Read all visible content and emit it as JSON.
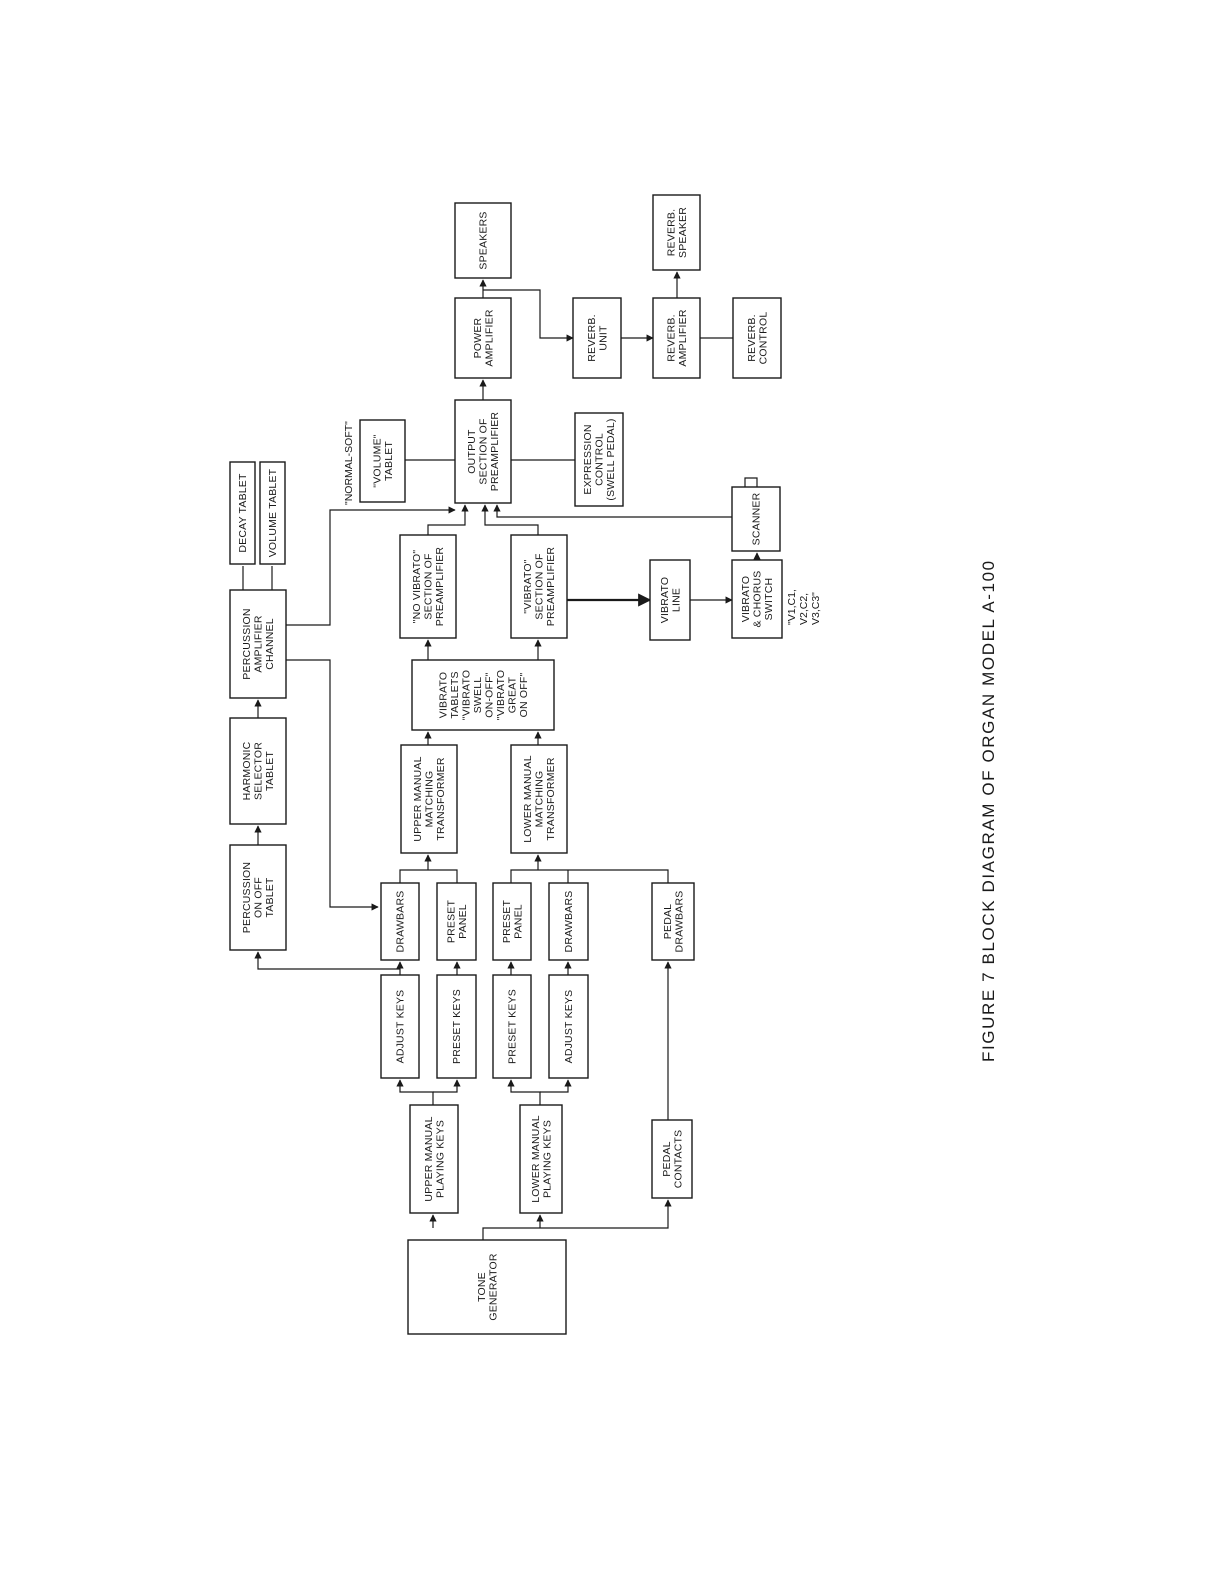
{
  "caption": "FIGURE 7 BLOCK DIAGRAM OF ORGAN MODEL A-100",
  "blocks": {
    "tone_generator": [
      "TONE",
      "GENERATOR"
    ],
    "upper_manual_playing_keys": [
      "UPPER MANUAL",
      "PLAYING KEYS"
    ],
    "lower_manual_playing_keys": [
      "LOWER MANUAL",
      "PLAYING KEYS"
    ],
    "pedal_contacts": [
      "PEDAL",
      "CONTACTS"
    ],
    "upper_adjust_keys": [
      "ADJUST KEYS"
    ],
    "upper_preset_keys": [
      "PRESET KEYS"
    ],
    "lower_preset_keys": [
      "PRESET KEYS"
    ],
    "lower_adjust_keys": [
      "ADJUST KEYS"
    ],
    "upper_drawbars": [
      "DRAWBARS"
    ],
    "upper_preset_panel": [
      "PRESET",
      "PANEL"
    ],
    "lower_preset_panel": [
      "PRESET",
      "PANEL"
    ],
    "lower_drawbars": [
      "DRAWBARS"
    ],
    "pedal_drawbars": [
      "PEDAL",
      "DRAWBARS"
    ],
    "percussion_on_off_tablet": [
      "PERCUSSION",
      "ON OFF",
      "TABLET"
    ],
    "harmonic_selector_tablet": [
      "HARMONIC",
      "SELECTOR",
      "TABLET"
    ],
    "percussion_amplifier_channel": [
      "PERCUSSION",
      "AMPLIFIER",
      "CHANNEL"
    ],
    "decay_tablet": [
      "DECAY TABLET"
    ],
    "volume_tablet": [
      "VOLUME TABLET"
    ],
    "upper_manual_matching_transformer": [
      "UPPER MANUAL",
      "MATCHING",
      "TRANSFORMER"
    ],
    "lower_manual_matching_transformer": [
      "LOWER MANUAL",
      "MATCHING",
      "TRANSFORMER"
    ],
    "vibrato_tablets": [
      "VIBRATO",
      "TABLETS",
      "\"VIBRATO",
      "SWELL",
      "ON-OFF\"",
      "\"VIBRATO",
      "GREAT",
      "ON OFF\""
    ],
    "no_vibrato_section": [
      "\"NO VIBRATO\"",
      "SECTION OF",
      "PREAMPLIFIER"
    ],
    "vibrato_section": [
      "\"VIBRATO\"",
      "SECTION OF",
      "PREAMPLIFIER"
    ],
    "vibrato_line": [
      "VIBRATO",
      "LINE"
    ],
    "vibrato_chorus_switch": [
      "VIBRATO",
      "& CHORUS",
      "SWITCH"
    ],
    "scanner": [
      "SCANNER"
    ],
    "normal_soft_volume_tablet": [
      "\"VOLUME\"",
      "TABLET"
    ],
    "output_section": [
      "OUTPUT",
      "SECTION OF",
      "PREAMPLIFIER"
    ],
    "expression_control": [
      "EXPRESSION",
      "CONTROL",
      "(SWELL PEDAL)"
    ],
    "power_amplifier": [
      "POWER",
      "AMPLIFIER"
    ],
    "speakers": [
      "SPEAKERS"
    ],
    "reverb_unit": [
      "REVERB.",
      "UNIT"
    ],
    "reverb_amplifier": [
      "REVERB.",
      "AMPLIFIER"
    ],
    "reverb_speaker": [
      "REVERB.",
      "SPEAKER"
    ],
    "reverb_control": [
      "REVERB.",
      "CONTROL"
    ]
  },
  "notes": {
    "normal_soft": "\"NORMAL-SOFT\"",
    "switch_positions": [
      "\"V1,C1,",
      "V2,C2,",
      "V3,C3\""
    ]
  }
}
